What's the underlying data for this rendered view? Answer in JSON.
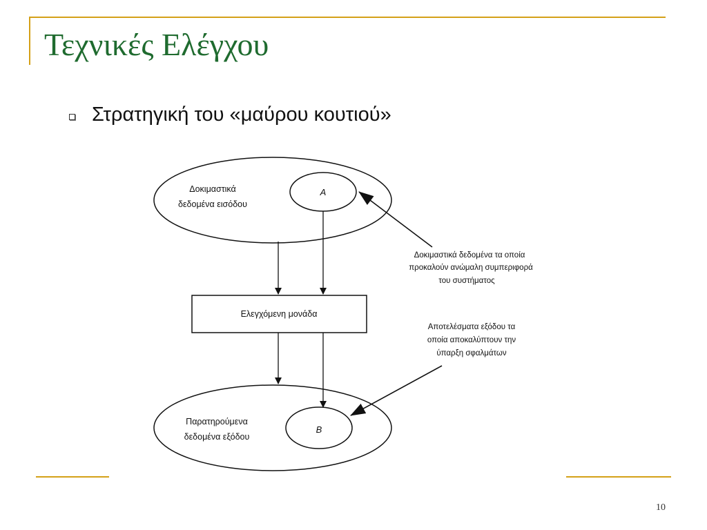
{
  "slide": {
    "title": "Τεχνικές Ελέγχου",
    "bullet": "Στρατηγική του «μαύρου κουτιού»",
    "page_number": "10"
  },
  "diagram": {
    "input_ellipse": {
      "line1": "Δοκιμαστικά",
      "line2": "δεδομένα εισόδου",
      "inner_label": "A"
    },
    "unit_box": {
      "label": "Ελεγχόμενη μονάδα"
    },
    "output_ellipse": {
      "line1": "Παρατηρούμενα",
      "line2": "δεδομένα εξόδου",
      "inner_label": "B"
    },
    "annotation_input": {
      "line1": "Δοκιμαστικά δεδομένα τα οποία",
      "line2": "προκαλούν ανώμαλη συμπεριφορά",
      "line3": "του συστήματος"
    },
    "annotation_output": {
      "line1": "Αποτελέσματα εξόδου τα",
      "line2": "οποία αποκαλύπτουν την",
      "line3": "ύπαρξη σφαλμάτων"
    }
  },
  "colors": {
    "title": "#1f6b2f",
    "accent_lines": "#d4a017"
  }
}
